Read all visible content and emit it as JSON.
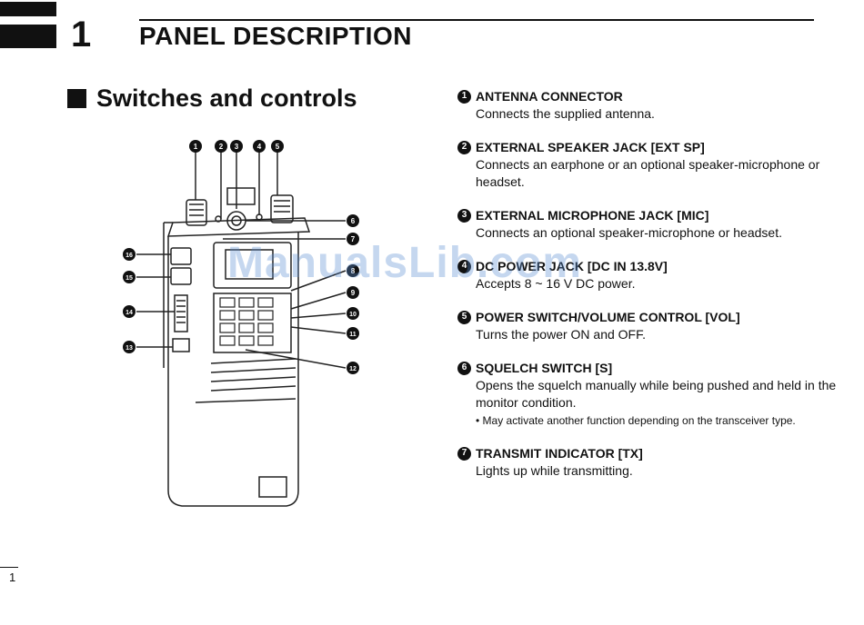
{
  "chapter": {
    "number": "1",
    "title": "PANEL DESCRIPTION"
  },
  "section": {
    "title": "Switches and controls"
  },
  "callouts": [
    "1",
    "2",
    "3",
    "4",
    "5",
    "6",
    "7",
    "8",
    "9",
    "10",
    "11",
    "12",
    "13",
    "14",
    "15",
    "16"
  ],
  "items": [
    {
      "num": "1",
      "title": "ANTENNA CONNECTOR",
      "body": "Connects the supplied antenna."
    },
    {
      "num": "2",
      "title": "EXTERNAL SPEAKER JACK [EXT SP]",
      "body": "Connects an earphone or an optional speaker-microphone or headset."
    },
    {
      "num": "3",
      "title": "EXTERNAL MICROPHONE JACK [MIC]",
      "body": "Connects an optional speaker-microphone or headset."
    },
    {
      "num": "4",
      "title": "DC POWER JACK [DC IN 13.8V]",
      "body": "Accepts 8 ~ 16 V DC power."
    },
    {
      "num": "5",
      "title": "POWER SWITCH/VOLUME CONTROL [VOL]",
      "body": "Turns the power ON and OFF."
    },
    {
      "num": "6",
      "title": "SQUELCH SWITCH [S]",
      "body": "Opens the squelch manually while being pushed and held in the monitor condition.",
      "note": "• May activate another function depending on the transceiver type."
    },
    {
      "num": "7",
      "title": "TRANSMIT INDICATOR [TX]",
      "body": "Lights up while transmitting."
    }
  ],
  "page_number": "1",
  "watermark": "ManualsLib.com"
}
